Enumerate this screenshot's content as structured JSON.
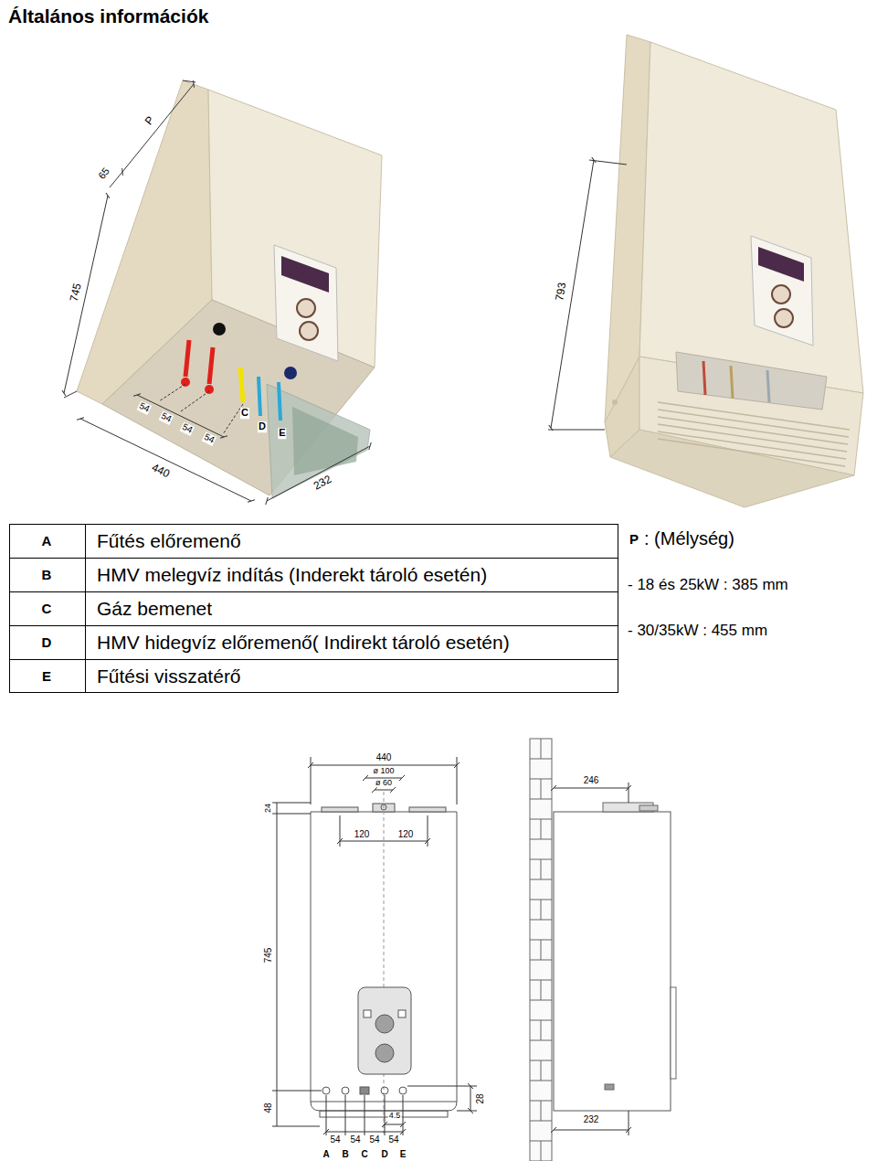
{
  "diagram": {
    "title": "Általános információk",
    "labels": [
      "P",
      "65",
      "745",
      "54",
      "54",
      "54",
      "54",
      "440",
      "232",
      "C",
      "D",
      "E",
      "793",
      "A",
      "Fűtés előremenő",
      "B",
      "HMV melegvíz indítás (Inderekt tároló esetén)",
      "C",
      "Gáz bemenet",
      "D",
      "HMV hidegvíz előremenő( Indirekt tároló esetén)",
      "E",
      "Fűtési visszatérő",
      "P",
      ": (Mélység)",
      "- 18 és 25kW : 385 mm",
      "- 30/35kW : 455 mm",
      "440",
      "ø 100",
      "ø 60",
      "24",
      "120",
      "120",
      "745",
      "48",
      "28",
      "4.5",
      "54",
      "54",
      "54",
      "54",
      "A",
      "B",
      "C",
      "D",
      "E",
      "246",
      "232"
    ]
  }
}
